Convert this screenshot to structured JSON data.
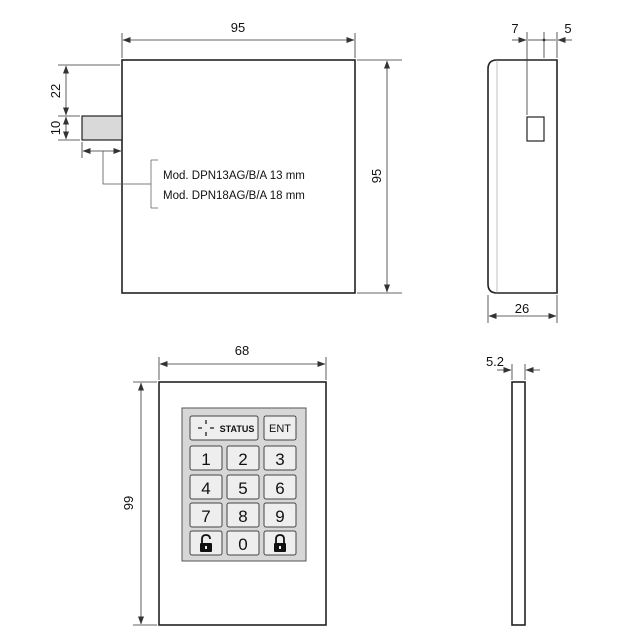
{
  "colors": {
    "outline": "#222222",
    "dimension_line": "#333333",
    "body_fill": "#ffffff",
    "latch_fill": "#d9d9d9",
    "keypad_fill": "#d7d7d7",
    "key_fill": "#eeeeee",
    "background": "#ffffff"
  },
  "front_view": {
    "width_label": "95",
    "height_label": "95",
    "offset_label": "22",
    "latch_height_label": "10",
    "model_notes": [
      "Mod. DPN13AG/B/A 13 mm",
      "Mod. DPN18AG/B/A 18 mm"
    ]
  },
  "side_view": {
    "left_gap_label": "7",
    "right_gap_label": "5",
    "depth_label": "26"
  },
  "keypad_view": {
    "width_label": "68",
    "height_label": "99",
    "status_key_label": "STATUS",
    "enter_key_label": "ENT",
    "digit_keys": [
      "1",
      "2",
      "3",
      "4",
      "5",
      "6",
      "7",
      "8",
      "9",
      "0"
    ],
    "unlock_key_icon": "unlocked-padlock-icon",
    "lock_key_icon": "locked-padlock-icon",
    "status_key_icon": "status-indicator-icon"
  },
  "profile_view": {
    "thickness_label": "5.2"
  }
}
